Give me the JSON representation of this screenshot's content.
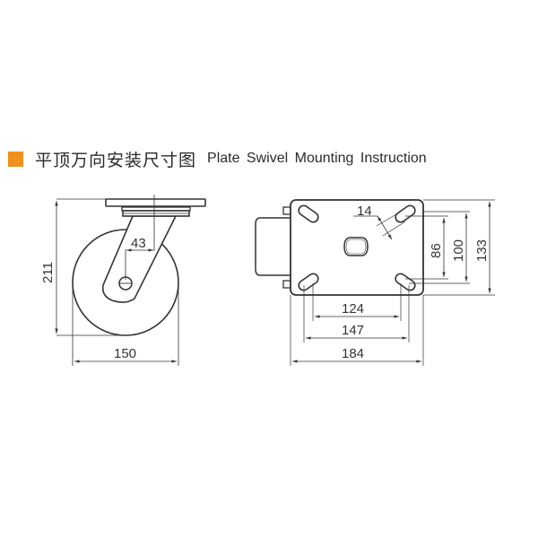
{
  "header": {
    "bullet_color": "#f0901e",
    "title_cn": "平顶万向安装尺寸图",
    "title_en": "Plate Swivel Mounting Instruction"
  },
  "side_view": {
    "height_label": "211",
    "width_label": "150",
    "offset_label": "43"
  },
  "top_view": {
    "slot_width_label": "14",
    "hole_spacing_inner_label": "86",
    "hole_spacing_outer_label": "100",
    "plate_height_label": "133",
    "hole_x_inner_label": "124",
    "hole_x_outer_label": "147",
    "plate_width_label": "184"
  }
}
